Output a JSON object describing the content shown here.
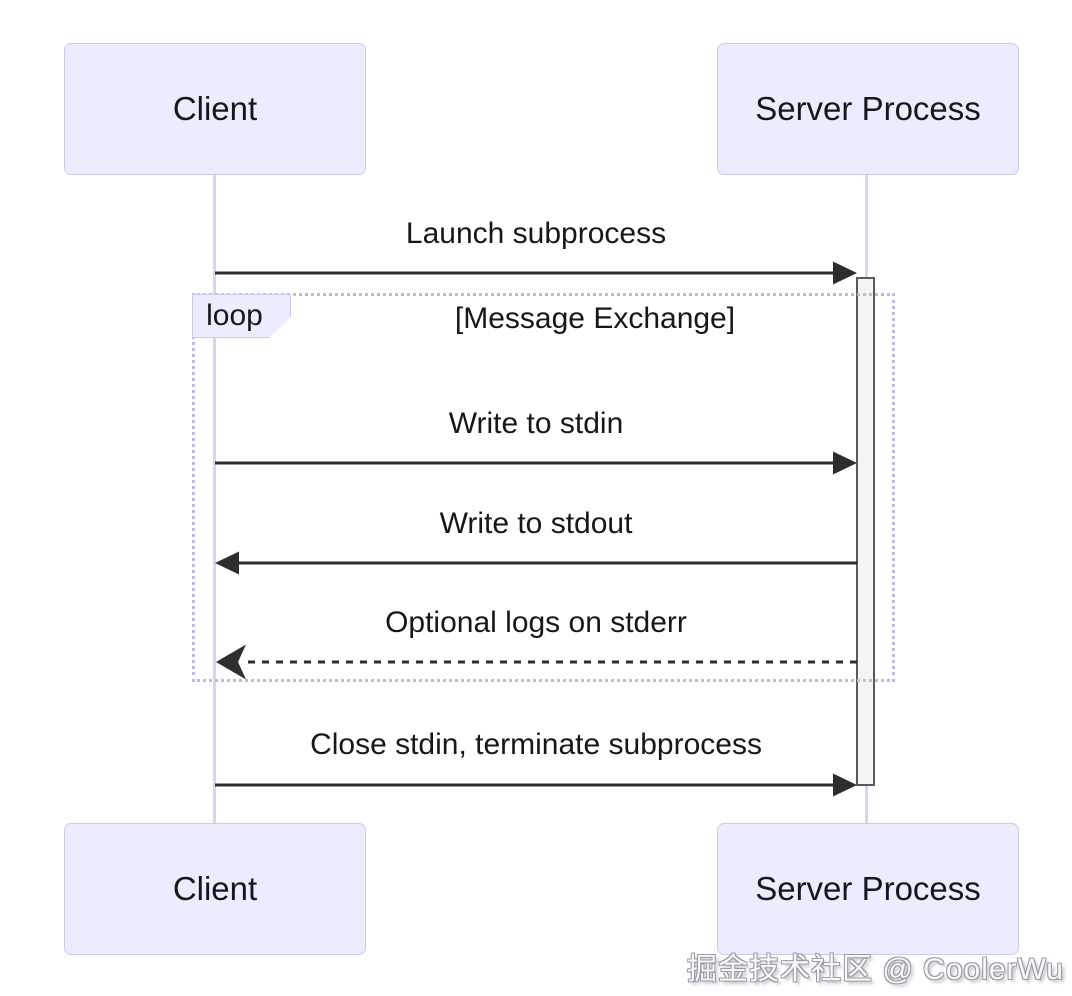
{
  "diagram": {
    "kind": "sequence-diagram",
    "actors": [
      {
        "id": "client",
        "label": "Client"
      },
      {
        "id": "server",
        "label": "Server Process"
      }
    ],
    "messages": [
      {
        "from": "client",
        "to": "server",
        "label": "Launch subprocess",
        "line": "solid",
        "arrowhead": "filled"
      },
      {
        "from": "client",
        "to": "server",
        "label": "Write to stdin",
        "line": "solid",
        "arrowhead": "filled"
      },
      {
        "from": "server",
        "to": "client",
        "label": "Write to stdout",
        "line": "solid",
        "arrowhead": "filled"
      },
      {
        "from": "server",
        "to": "client",
        "label": "Optional logs on stderr",
        "line": "dashed",
        "arrowhead": "open"
      },
      {
        "from": "client",
        "to": "server",
        "label": "Close stdin, terminate subprocess",
        "line": "solid",
        "arrowhead": "filled"
      }
    ],
    "loop": {
      "operator": "loop",
      "title": "[Message Exchange]",
      "contains": [
        "Write to stdin",
        "Write to stdout",
        "Optional logs on stderr"
      ]
    },
    "activation": {
      "actor": "server",
      "from_message": "Launch subprocess",
      "to_message": "Close stdin, terminate subprocess"
    },
    "colors": {
      "actor_fill": "#ECECFF",
      "actor_border": "#CBCBF2",
      "lifeline": "#D6D6EC",
      "activation_fill": "#F4F4F4",
      "activation_border": "#5A5A5A",
      "loop_border": "#BCBCDE",
      "message_line": "#2E2E2E",
      "text": "#17171B"
    }
  },
  "watermark": {
    "text": "掘金技术社区 @ CoolerWu"
  }
}
